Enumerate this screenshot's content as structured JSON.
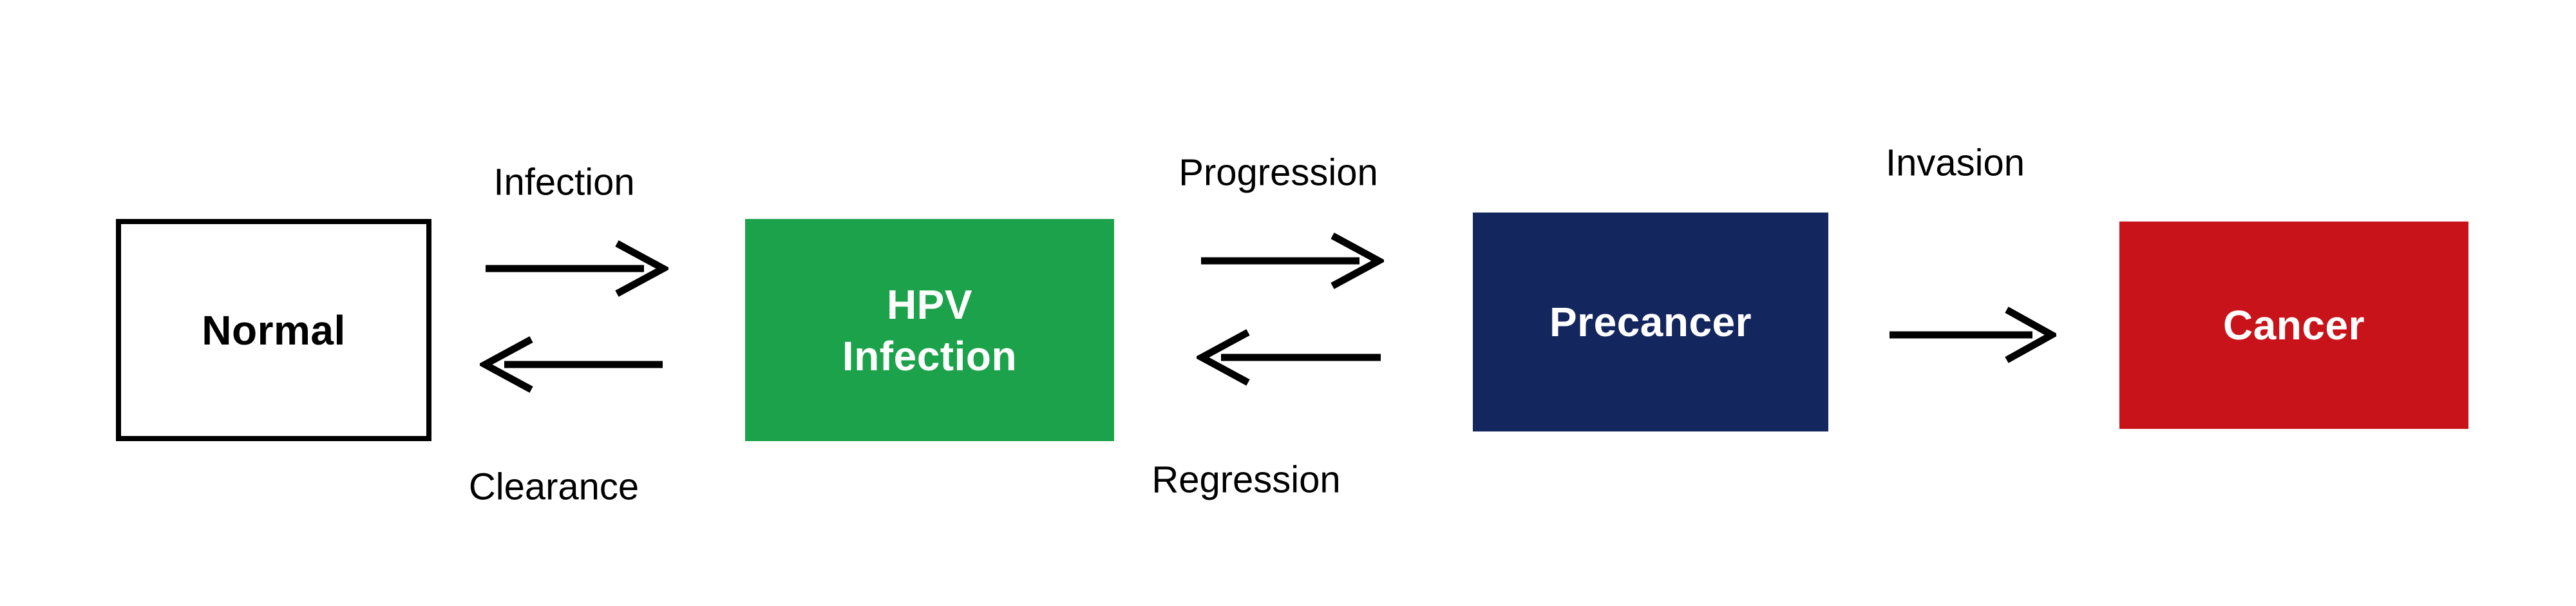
{
  "diagram": {
    "background_color": "#FFFFFF",
    "arrow_color": "#000000",
    "nodes": [
      {
        "id": "normal",
        "label": "Normal",
        "bg_color": "#FFFFFF",
        "text_color": "#000000",
        "border_color": "#000000"
      },
      {
        "id": "hpv-infection",
        "label": "HPV\nInfection",
        "bg_color": "#1CA24A",
        "text_color": "#FFFFFF",
        "border_color": "#1CA24A"
      },
      {
        "id": "precancer",
        "label": "Precancer",
        "bg_color": "#14265E",
        "text_color": "#FFFFFF",
        "border_color": "#14265E"
      },
      {
        "id": "cancer",
        "label": "Cancer",
        "bg_color": "#C8131A",
        "text_color": "#FFFFFF",
        "border_color": "#C8131A"
      }
    ],
    "transitions": [
      {
        "id": "infection",
        "label": "Infection",
        "from": "normal",
        "to": "hpv-infection",
        "direction": "right"
      },
      {
        "id": "clearance",
        "label": "Clearance",
        "from": "hpv-infection",
        "to": "normal",
        "direction": "left"
      },
      {
        "id": "progression",
        "label": "Progression",
        "from": "hpv-infection",
        "to": "precancer",
        "direction": "right"
      },
      {
        "id": "regression",
        "label": "Regression",
        "from": "precancer",
        "to": "hpv-infection",
        "direction": "left"
      },
      {
        "id": "invasion",
        "label": "Invasion",
        "from": "precancer",
        "to": "cancer",
        "direction": "right"
      }
    ]
  }
}
